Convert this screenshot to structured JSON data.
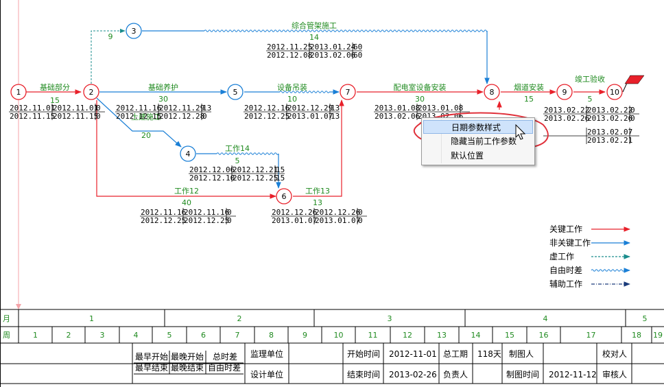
{
  "nodes": [
    {
      "id": "1",
      "label": "1",
      "critical": true
    },
    {
      "id": "2",
      "label": "2",
      "critical": true
    },
    {
      "id": "3",
      "label": "3",
      "critical": false
    },
    {
      "id": "4",
      "label": "4",
      "critical": false
    },
    {
      "id": "5",
      "label": "5",
      "critical": false
    },
    {
      "id": "6",
      "label": "6",
      "critical": true
    },
    {
      "id": "7",
      "label": "7",
      "critical": true
    },
    {
      "id": "8",
      "label": "8",
      "critical": true
    },
    {
      "id": "9",
      "label": "9",
      "critical": true
    },
    {
      "id": "10",
      "label": "10",
      "critical": true
    }
  ],
  "activities": [
    {
      "key": "a12",
      "name": "基础部分",
      "duration": "15",
      "dates": [
        [
          "2012.11.01",
          "2012.11.01",
          "0"
        ],
        [
          "2012.11.15",
          "2012.11.15",
          "0"
        ]
      ]
    },
    {
      "key": "a23",
      "name": "",
      "duration": "9",
      "dates": []
    },
    {
      "key": "a38",
      "name": "综合管架施工",
      "duration": "14",
      "dates": [
        [
          "2012.11.25",
          "2013.01.24",
          "60"
        ],
        [
          "2012.12.08",
          "2013.02.06",
          "60"
        ]
      ]
    },
    {
      "key": "a25",
      "name": "基础养护",
      "duration": "30",
      "dates": [
        [
          "2012.11.16",
          "2012.11.29",
          "13"
        ],
        [
          "2012.12.15",
          "2012.12.28",
          "0"
        ]
      ]
    },
    {
      "key": "a24",
      "name": "土建施工",
      "duration": "20",
      "dates": []
    },
    {
      "key": "a57",
      "name": "设备吊装",
      "duration": "10",
      "dates": [
        [
          "2012.12.16",
          "2012.12.29",
          "13"
        ],
        [
          "2012.12.25",
          "2013.01.07",
          "13"
        ]
      ]
    },
    {
      "key": "a78",
      "name": "配电室设备安装",
      "duration": "30",
      "dates": [
        [
          "2013.01.08",
          "2013.01.08",
          ""
        ],
        [
          "2013.02.06",
          "2013.02.06",
          ""
        ]
      ]
    },
    {
      "key": "a89",
      "name": "烟道安装",
      "duration": "15",
      "dates": [
        [
          "",
          "2013.02.07",
          ""
        ],
        [
          "",
          "2013.02.21",
          ""
        ]
      ]
    },
    {
      "key": "a910",
      "name": "竣工验收",
      "duration": "5",
      "dates": [
        [
          "2013.02.22",
          "2013.02.22",
          "0"
        ],
        [
          "2013.02.26",
          "2013.02.26",
          "0"
        ]
      ]
    },
    {
      "key": "a46",
      "name": "工作14",
      "duration": "5",
      "dates": [
        [
          "2012.12.06",
          "2012.12.21",
          "15"
        ],
        [
          "2012.12.10",
          "2012.12.25",
          "15"
        ]
      ]
    },
    {
      "key": "a26",
      "name": "工作12",
      "duration": "40",
      "dates": [
        [
          "2012.11.16",
          "2012.11.16",
          "0"
        ],
        [
          "2012.12.25",
          "2012.12.25",
          "0"
        ]
      ]
    },
    {
      "key": "a67",
      "name": "工作13",
      "duration": "13",
      "dates": [
        [
          "2012.12.26",
          "2012.12.26",
          "0"
        ],
        [
          "2013.01.07",
          "2013.01.07",
          "0"
        ]
      ]
    }
  ],
  "context_menu": {
    "items": [
      {
        "label": "日期参数样式",
        "active": true
      },
      {
        "label": "隐藏当前工作参数",
        "active": false
      },
      {
        "label": "默认位置",
        "active": false
      }
    ]
  },
  "legend": [
    {
      "label": "关键工作",
      "color": "#e8202a",
      "style": "solid"
    },
    {
      "label": "非关键工作",
      "color": "#1a7fd6",
      "style": "solid"
    },
    {
      "label": "虚工作",
      "color": "#1a8c8c",
      "style": "dashed"
    },
    {
      "label": "自由时差",
      "color": "#1a7fd6",
      "style": "wavy"
    },
    {
      "label": "辅助工作",
      "color": "#1a3a7a",
      "style": "dashdot"
    }
  ],
  "timescale": {
    "month_label": "月",
    "week_label": "周",
    "months": [
      "1",
      "2",
      "3",
      "4",
      "5"
    ],
    "weeks": [
      "1",
      "2",
      "3",
      "4",
      "5",
      "6",
      "7",
      "8",
      "9",
      "10",
      "11",
      "12",
      "13",
      "14",
      "15",
      "16",
      "17",
      "18",
      "19"
    ]
  },
  "footer": {
    "key_headers": [
      "最早开始",
      "最晚开始",
      "总时差",
      "最早结束",
      "最晚结束",
      "自由时差"
    ],
    "supervisor_label": "监理单位",
    "design_label": "设计单位",
    "start_time_label": "开始时间",
    "start_time_value": "2012-11-01",
    "end_time_label": "结束时间",
    "end_time_value": "2013-02-26",
    "total_duration_label": "总工期",
    "total_duration_value": "118天",
    "responsible_label": "负责人",
    "drafter_label": "制图人",
    "draft_time_label": "制图时间",
    "draft_time_value": "2012-11-12",
    "proofreader_label": "校对人",
    "reviewer_label": "审核人"
  },
  "colors": {
    "critical": "#e8202a",
    "noncritical": "#1a7fd6",
    "label_green": "#1f8a1f",
    "annotation_red": "#e0303a"
  }
}
